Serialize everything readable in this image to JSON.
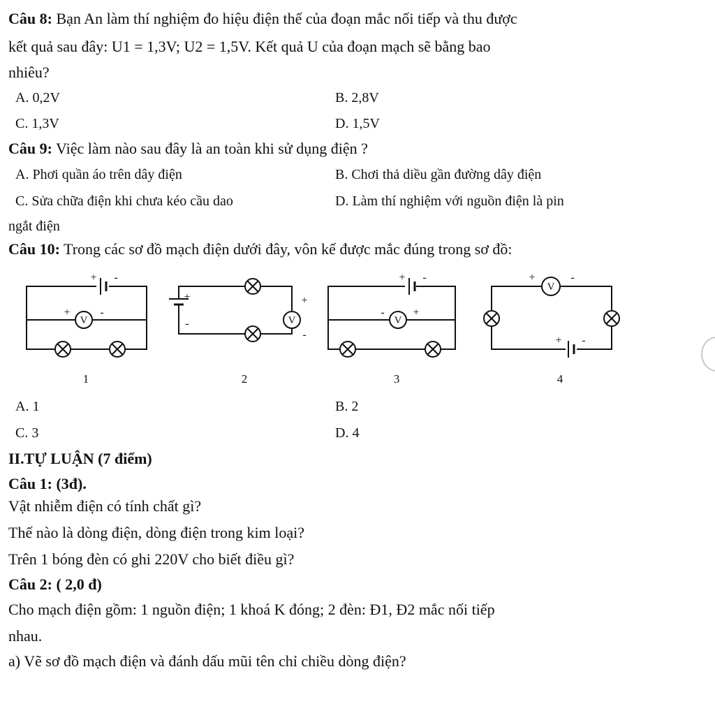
{
  "q8": {
    "label": "Câu 8:",
    "text1": " Bạn An làm thí nghiệm đo hiệu điện thế của đoạn mắc nối tiếp và thu được",
    "text2": "kết quả sau đây: U1 = 1,3V; U2 = 1,5V. Kết quả U của đoạn mạch sẽ bằng bao",
    "text3": "nhiêu?",
    "options": [
      "A. 0,2V",
      "B. 2,8V",
      "C. 1,3V",
      "D. 1,5V"
    ]
  },
  "q9": {
    "label": "Câu 9:",
    "text": " Việc làm nào sau đây là an toàn khi sử dụng điện ?",
    "options": [
      "A. Phơi quần áo trên dây điện",
      "B. Chơi thả diều gần đường dây điện",
      "C. Sửa chữa điện khi chưa kéo cầu dao",
      "D. Làm thí nghiệm với nguồn điện là pin"
    ],
    "option_c_cont": "ngắt điện"
  },
  "q10": {
    "label": "Câu 10:",
    "text": " Trong các sơ đồ mạch điện dưới đây, vôn kế được mắc đúng trong sơ đồ:",
    "diagram_labels": [
      "1",
      "2",
      "3",
      "4"
    ],
    "voltmeter_symbol": "V",
    "plus": "+",
    "minus": "-",
    "options": [
      "A. 1",
      "B. 2",
      "C. 3",
      "D. 4"
    ]
  },
  "section2": {
    "title": "II.TỰ LUẬN (7 điểm)"
  },
  "c1": {
    "label": "Câu 1: (3đ).",
    "lines": [
      "Vật nhiễm điện có tính chất gì?",
      "Thế nào là dòng điện, dòng điện trong kim loại?",
      "Trên 1 bóng đèn có ghi 220V cho biết điều gì?"
    ]
  },
  "c2": {
    "label": "Câu 2: ( 2,0 đ)",
    "lines": [
      "Cho mạch điện gồm: 1 nguồn điện; 1 khoá K đóng; 2 đèn: Đ1, Đ2 mắc nối tiếp",
      "nhau.",
      "a) Vẽ sơ đồ mạch điện và đánh dấu mũi tên chỉ chiều dòng điện?"
    ]
  }
}
